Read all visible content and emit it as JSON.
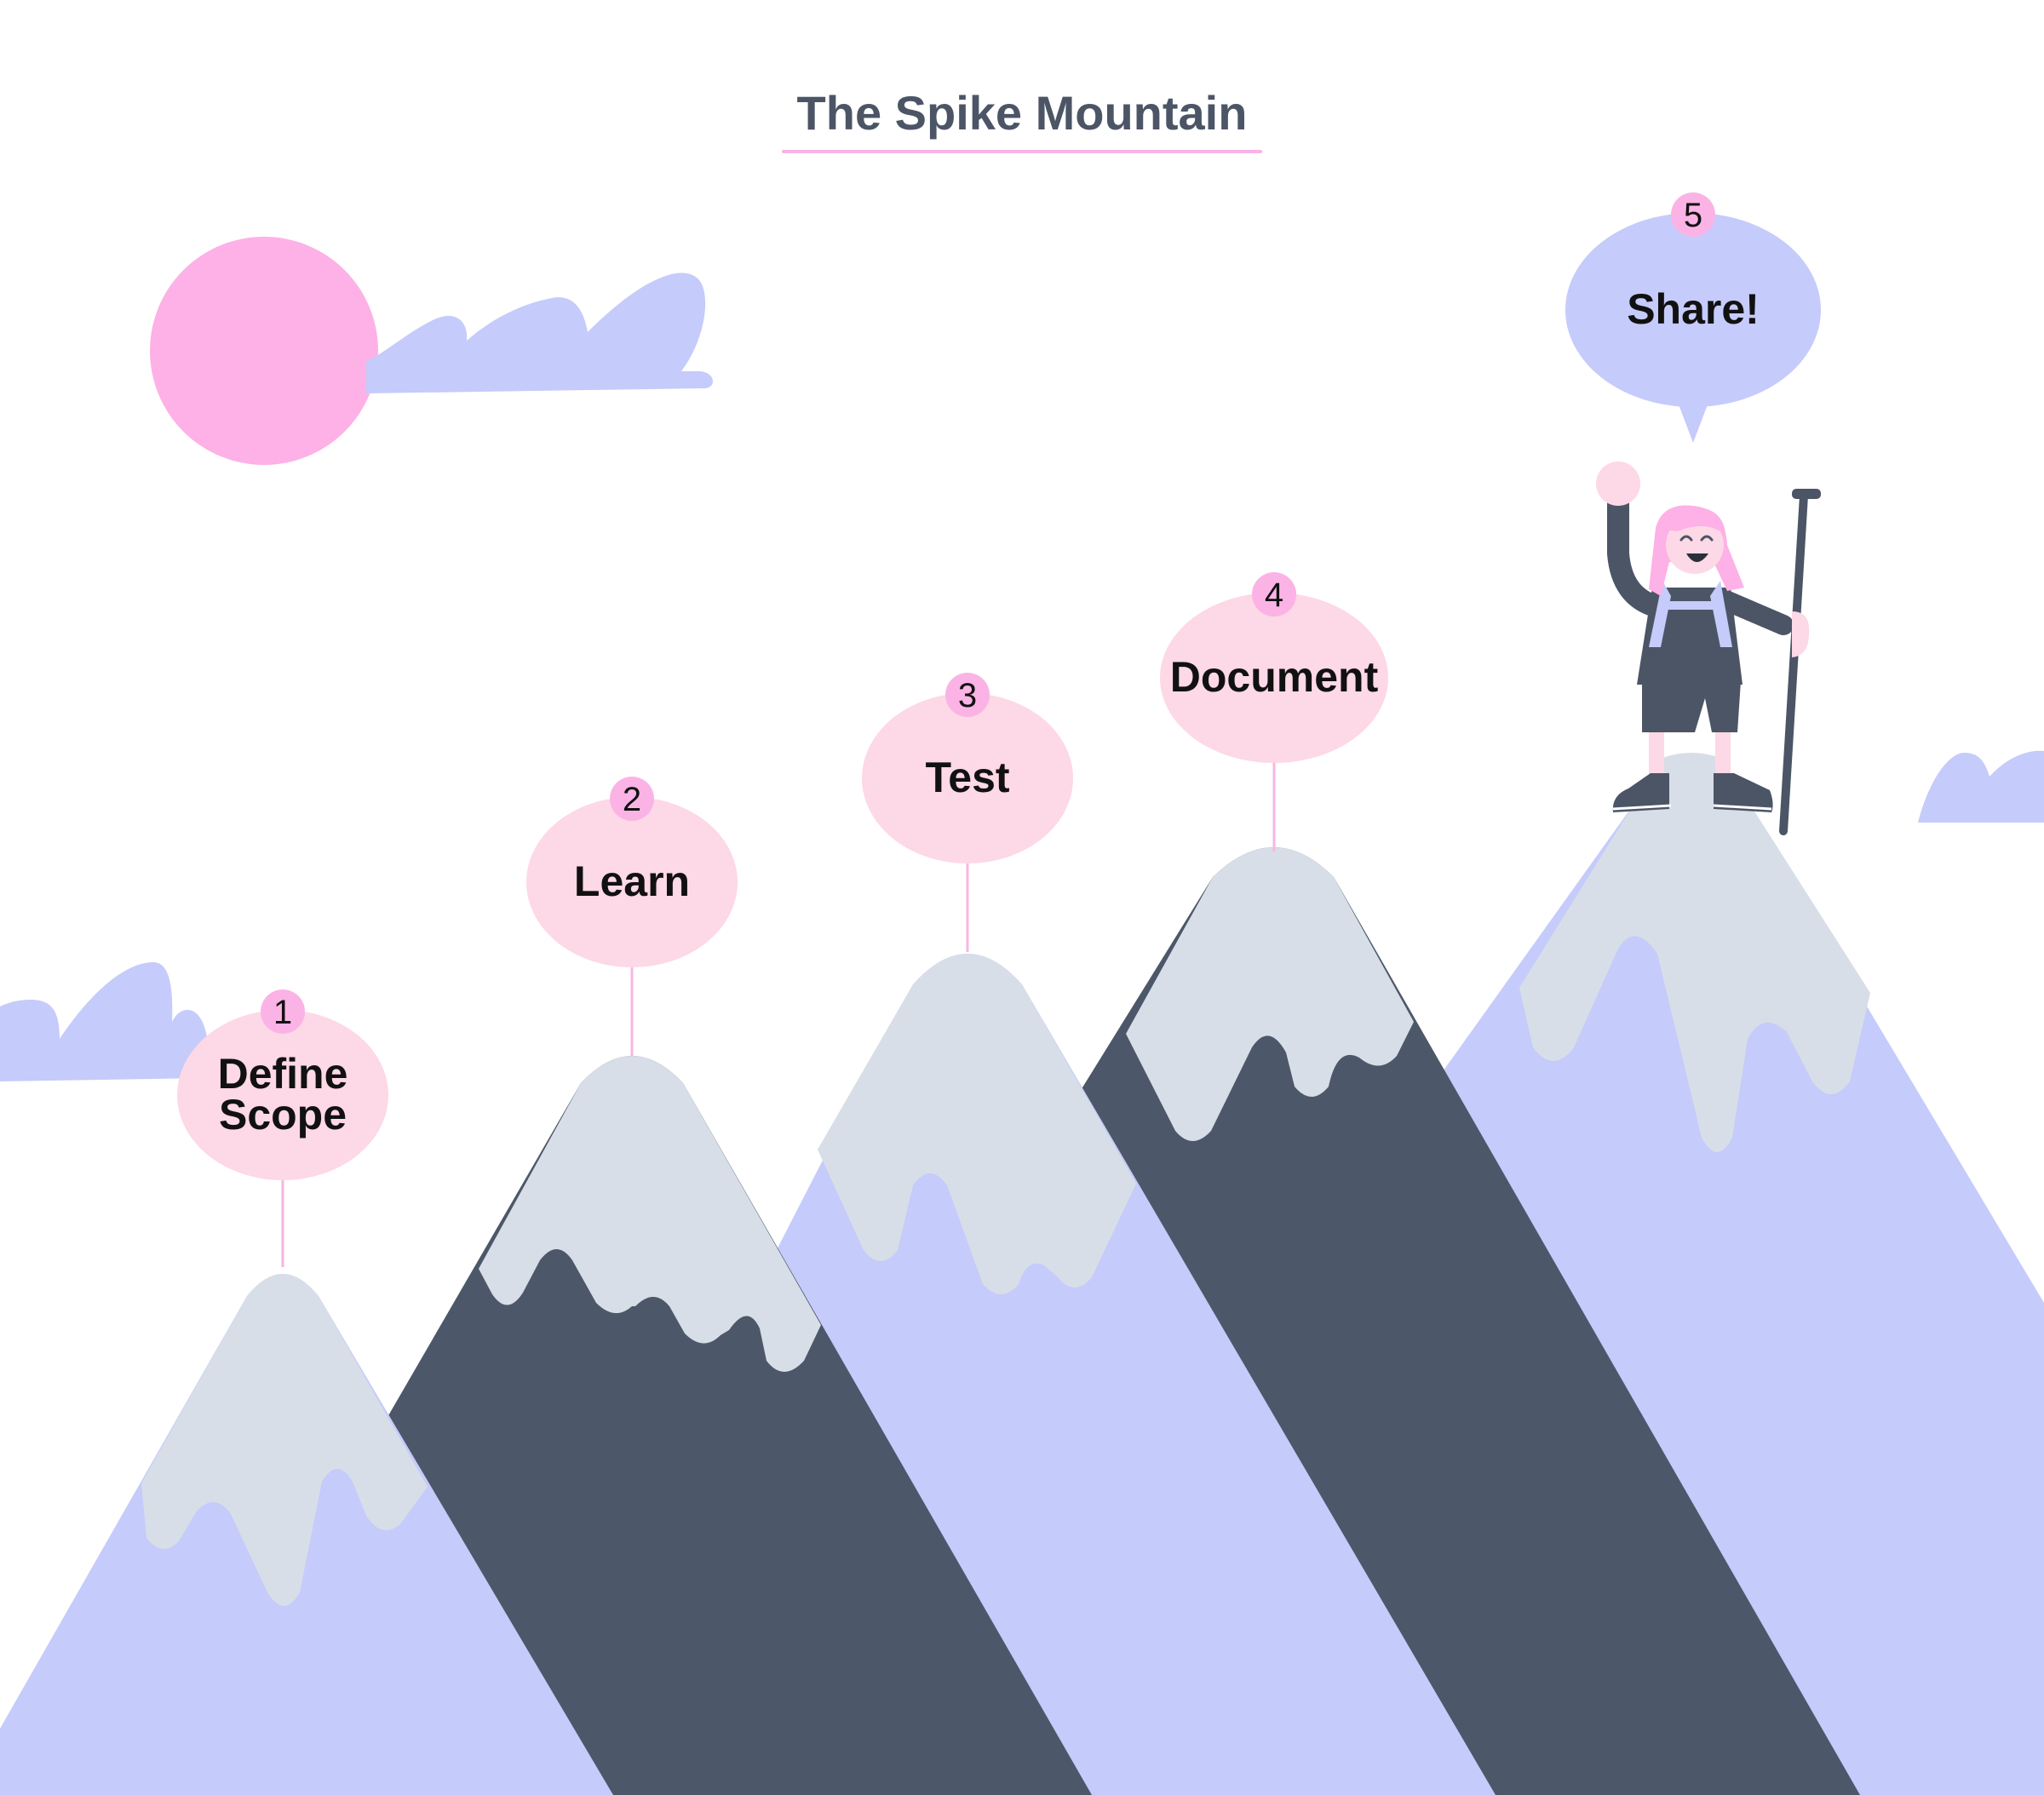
{
  "title": "The Spike Mountain",
  "colors": {
    "background": "#ffffff",
    "title_text": "#4c5566",
    "title_underline": "#f9b3e6",
    "sun": "#fdb1e6",
    "cloud": "#c5cbfa",
    "mountain_lavender": "#c5cbfa",
    "mountain_slate": "#4c5869",
    "snow": "#d8dee8",
    "bubble_pink": "#fdd8e6",
    "bubble_lavender": "#c5cbfa",
    "number_badge": "#fbb3e6",
    "connector_line": "#f7b6e3",
    "climber_outfit": "#4c5566",
    "climber_hair": "#fdb1e6",
    "climber_skin": "#fdd8e6"
  },
  "steps": [
    {
      "number": "1",
      "label_lines": [
        "Define",
        "Scope"
      ]
    },
    {
      "number": "2",
      "label_lines": [
        "Learn"
      ]
    },
    {
      "number": "3",
      "label_lines": [
        "Test"
      ]
    },
    {
      "number": "4",
      "label_lines": [
        "Document"
      ]
    },
    {
      "number": "5",
      "label_lines": [
        "Share!"
      ]
    }
  ],
  "icons": {
    "sun": "sun-icon",
    "clouds": "cloud-icon",
    "climber": "climber-illustration",
    "trekking_pole": "trekking-pole-icon"
  }
}
